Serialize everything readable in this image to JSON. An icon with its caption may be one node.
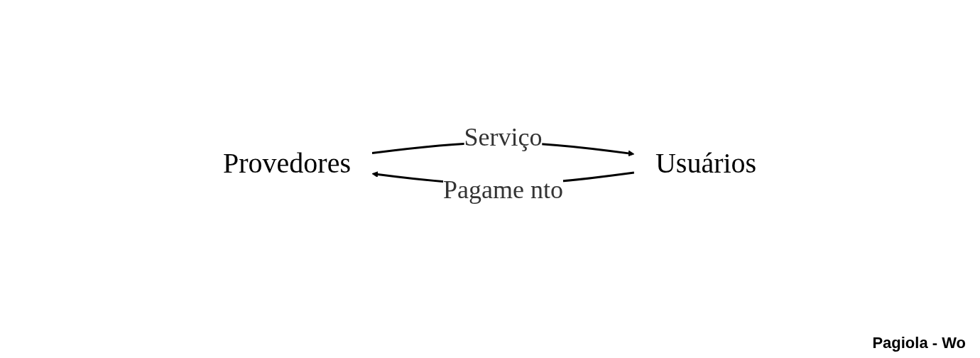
{
  "diagram": {
    "nodes": [
      {
        "text": [
          "Provedores"
        ]
      },
      {
        "text": [
          "Usuários"
        ]
      }
    ],
    "edges": [
      {
        "from": 0,
        "to": 1,
        "arrow": "to",
        "label": "Serviço"
      },
      {
        "from": 1,
        "to": 0,
        "arrow": "to",
        "label": "Pagame nto"
      }
    ],
    "labels": [
      "Pagiola - Wo"
    ]
  }
}
